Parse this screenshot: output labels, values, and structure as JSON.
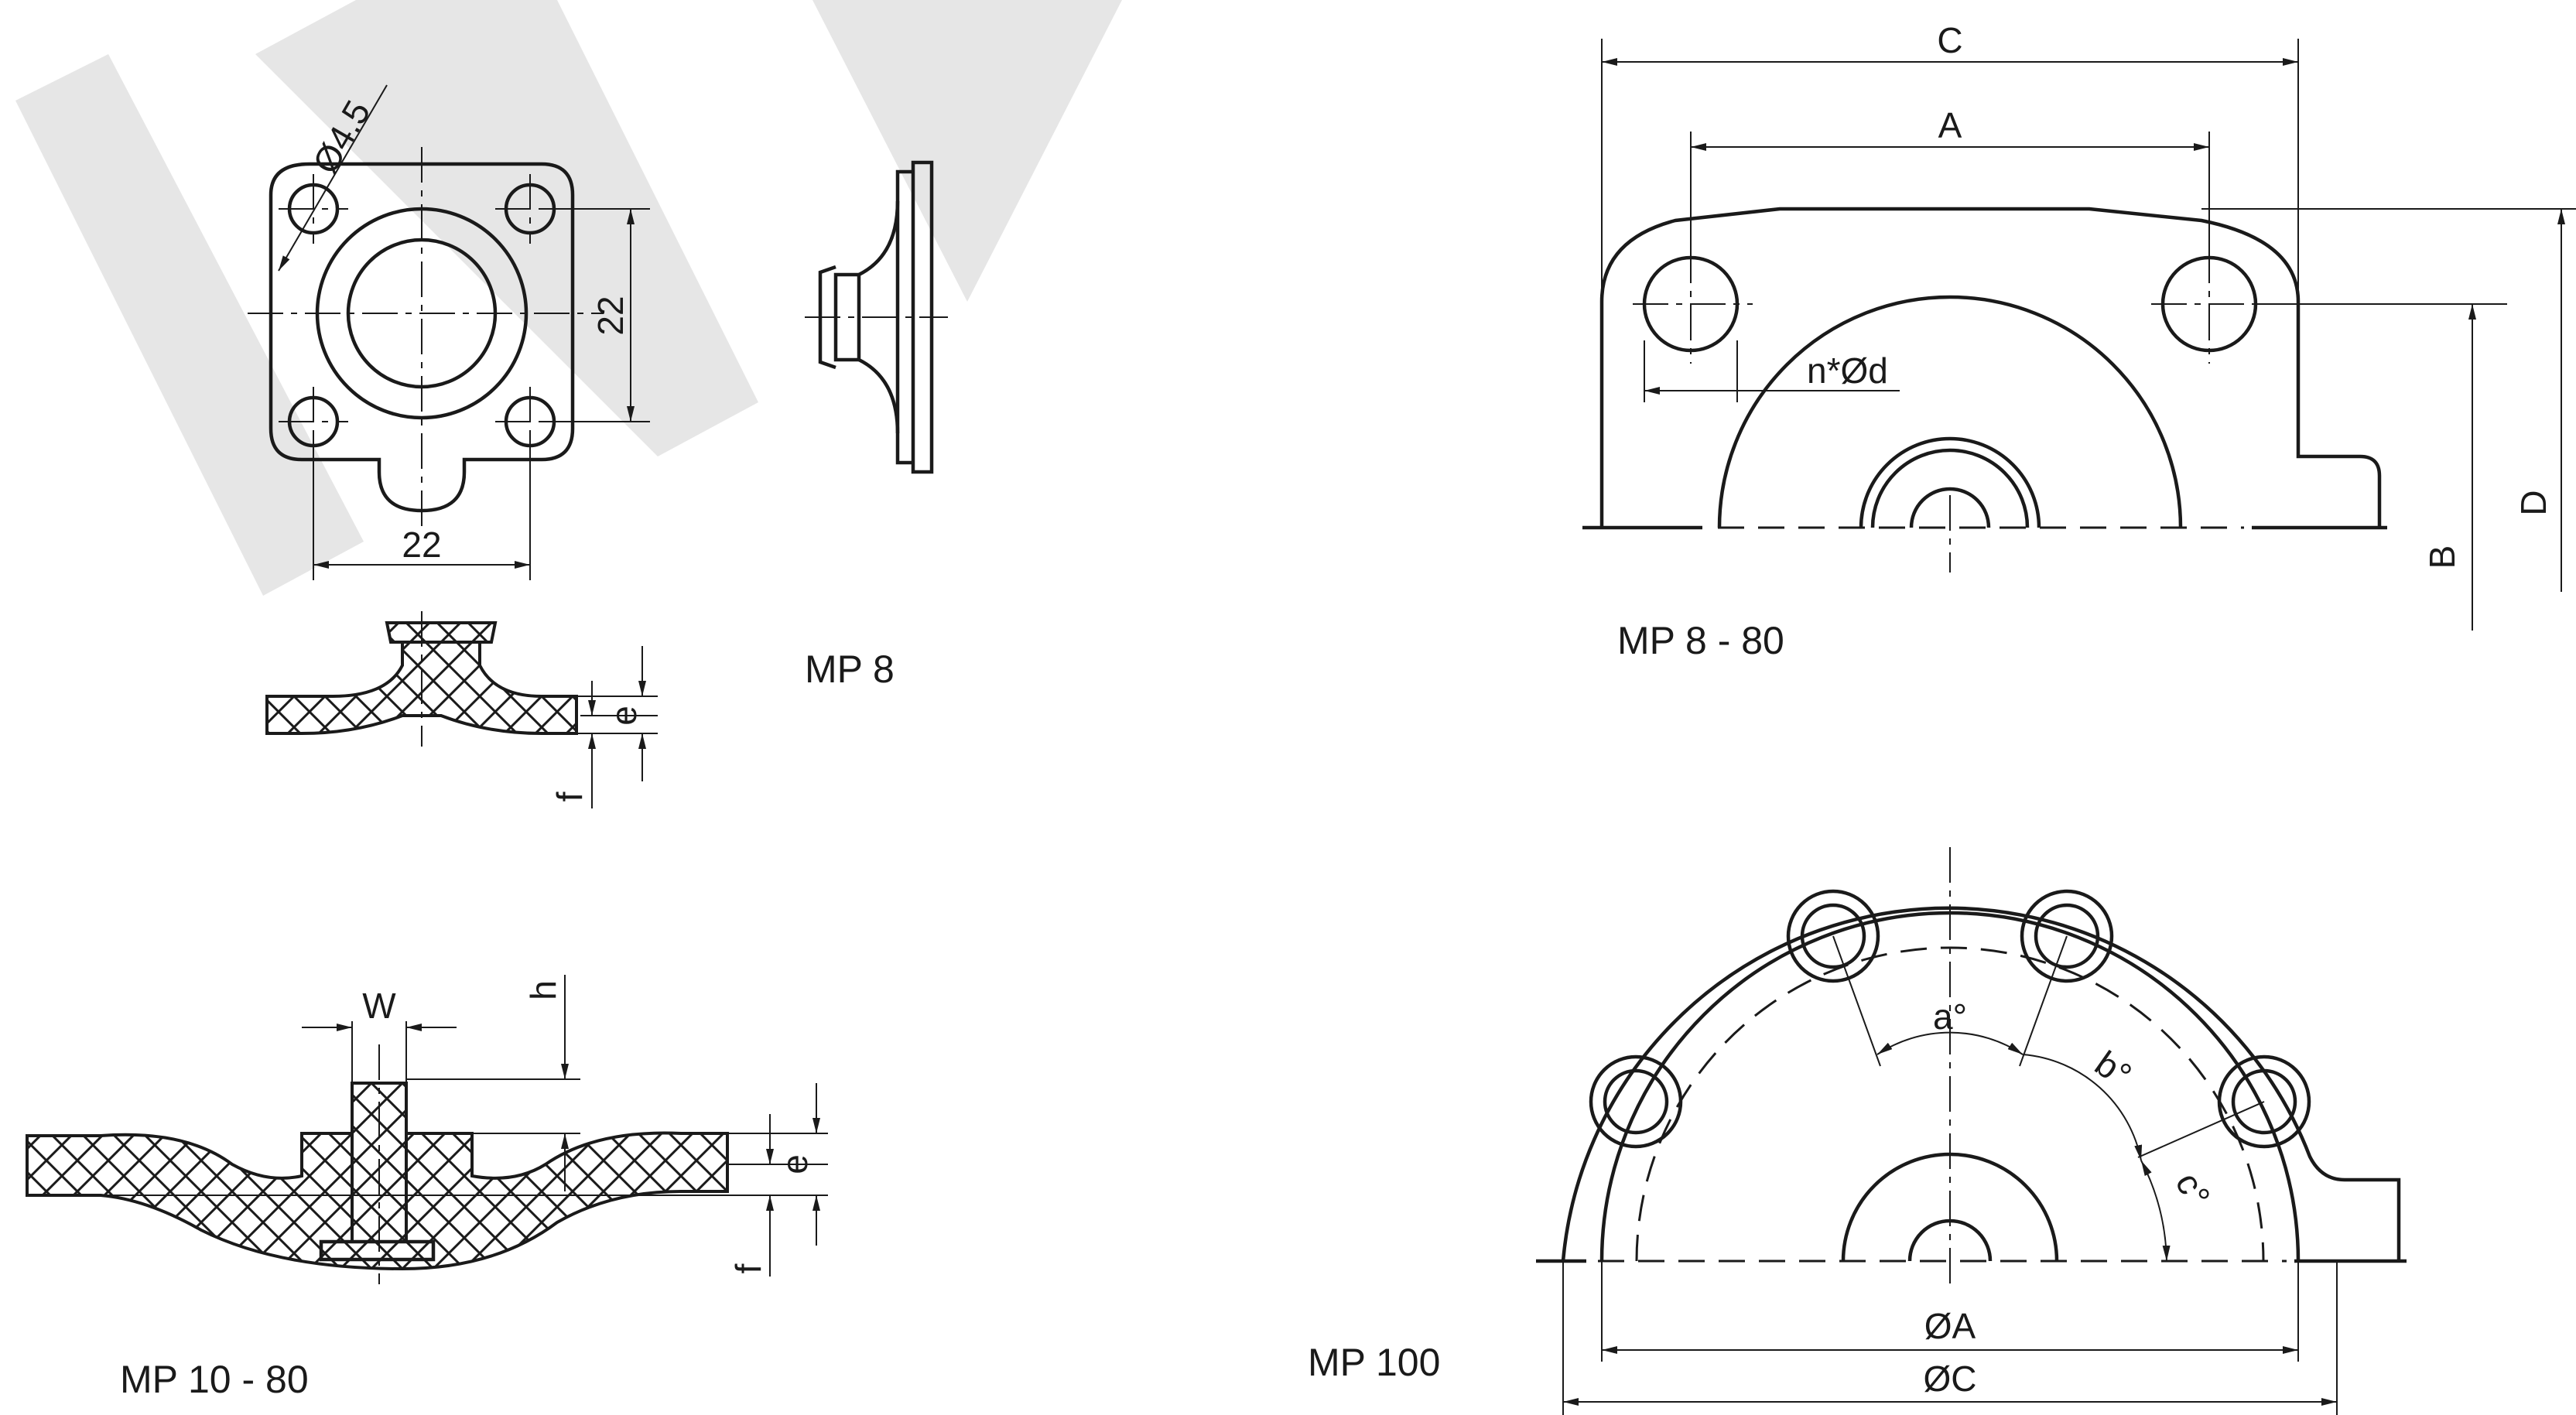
{
  "watermark": {
    "color": "#e6e6e6"
  },
  "mp8": {
    "title": "MP 8",
    "hole_dim": "Ø4.5",
    "width_dim": "22",
    "height_dim": "22",
    "e_label": "e",
    "f_label": "f"
  },
  "mp8_80": {
    "title": "MP 8 - 80",
    "C": "C",
    "A": "A",
    "B": "B",
    "D": "D",
    "hole_label": "n*Ød"
  },
  "mp10_80": {
    "title": "MP 10 - 80",
    "W": "W",
    "h": "h",
    "e": "e",
    "f": "f"
  },
  "mp100": {
    "title": "MP 100",
    "a": "a°",
    "b": "b°",
    "c": "c°",
    "A": "ØA",
    "C": "ØC"
  }
}
